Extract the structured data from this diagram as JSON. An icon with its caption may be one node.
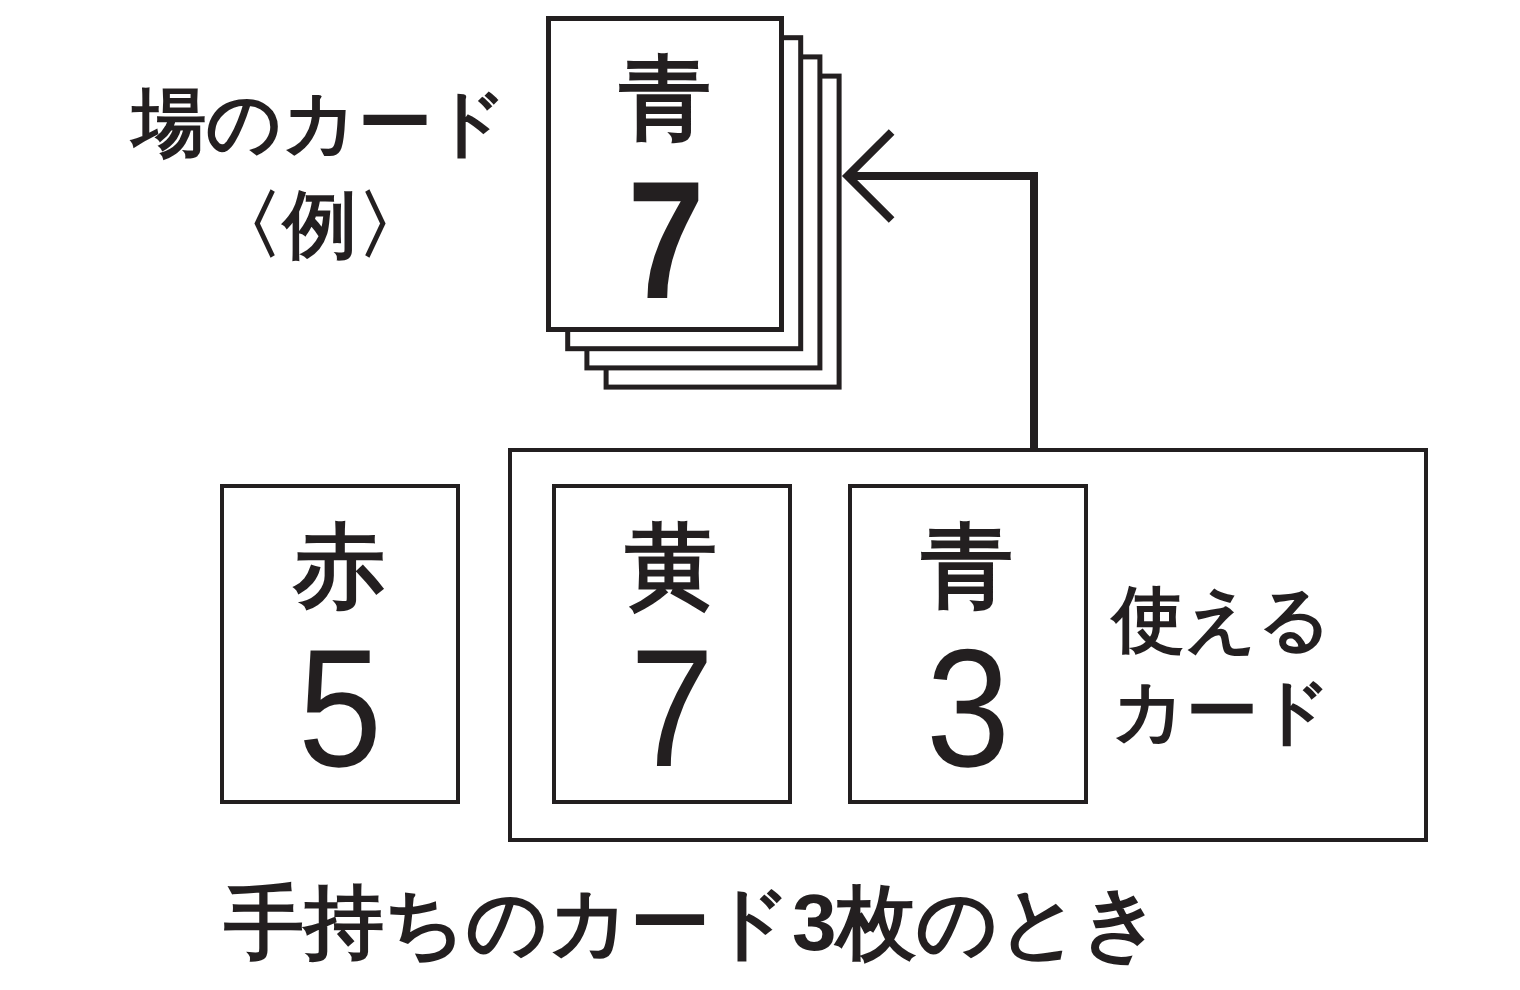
{
  "diagram": {
    "caption": "手持ちのカード3枚のとき",
    "nodes": [
      {
        "text": [
          "青",
          "7"
        ],
        "beside": [
          "場のカード〈例〉"
        ]
      },
      {
        "text": [
          "赤",
          "5"
        ]
      },
      {
        "text": [
          "使えるカード"
        ]
      },
      {
        "text": [
          "黄",
          "7"
        ],
        "in": 2
      },
      {
        "text": [
          "青",
          "3"
        ],
        "in": 2
      }
    ],
    "edges": [
      {
        "from": 2,
        "to": 0,
        "arrow": "to"
      }
    ]
  }
}
